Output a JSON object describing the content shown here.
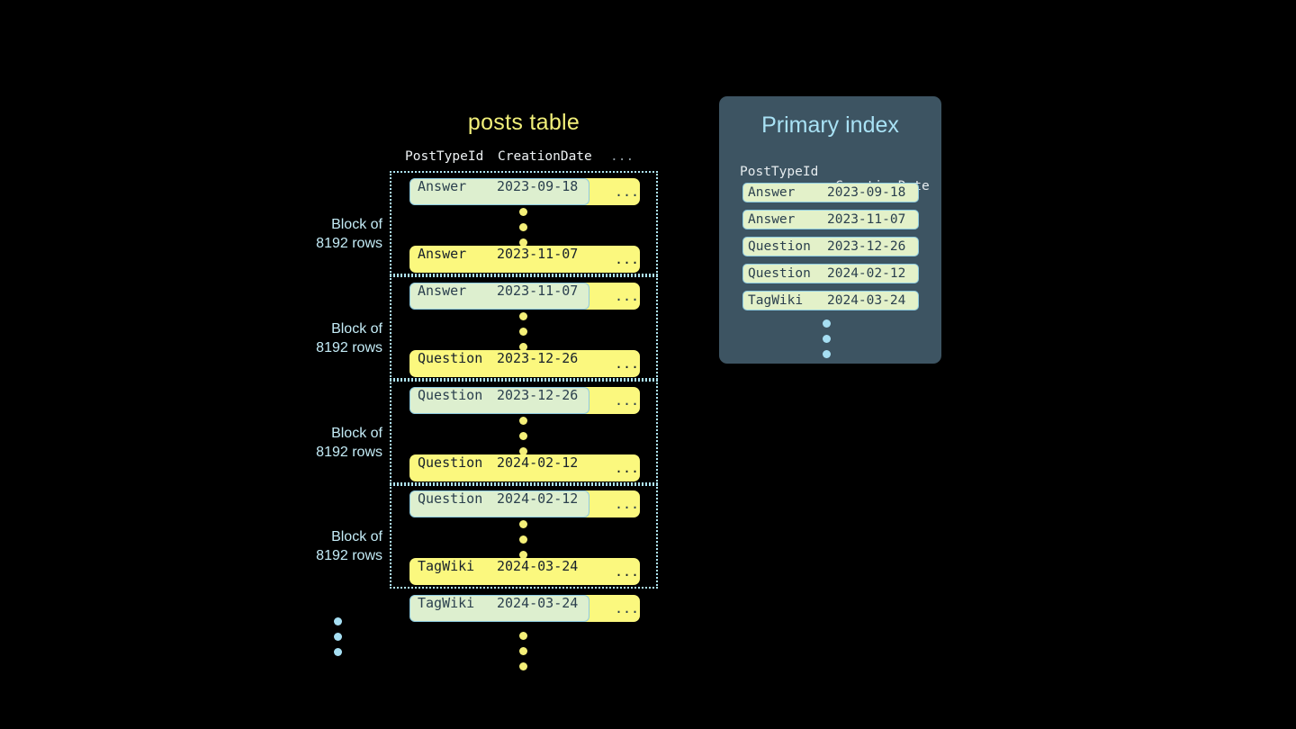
{
  "posts_table": {
    "title": "posts table",
    "columns": {
      "post_type_id": "PostTypeId",
      "creation_date": "CreationDate",
      "more": "..."
    },
    "row_more": "...",
    "blocks": [
      {
        "label_line1": "Block of",
        "label_line2": "8192 rows",
        "first_row": {
          "post_type_id": "Answer",
          "creation_date": "2023-09-18",
          "more": "..."
        },
        "last_row": {
          "post_type_id": "Answer",
          "creation_date": "2023-11-07",
          "more": "..."
        }
      },
      {
        "label_line1": "Block of",
        "label_line2": "8192 rows",
        "first_row": {
          "post_type_id": "Answer",
          "creation_date": "2023-11-07",
          "more": "..."
        },
        "last_row": {
          "post_type_id": "Question",
          "creation_date": "2023-12-26",
          "more": "..."
        }
      },
      {
        "label_line1": "Block of",
        "label_line2": "8192 rows",
        "first_row": {
          "post_type_id": "Question",
          "creation_date": "2023-12-26",
          "more": "..."
        },
        "last_row": {
          "post_type_id": "Question",
          "creation_date": "2024-02-12",
          "more": "..."
        }
      },
      {
        "label_line1": "Block of",
        "label_line2": "8192 rows",
        "first_row": {
          "post_type_id": "Question",
          "creation_date": "2024-02-12",
          "more": "..."
        },
        "last_row": {
          "post_type_id": "TagWiki",
          "creation_date": "2024-03-24",
          "more": "..."
        }
      }
    ],
    "trailing_row": {
      "post_type_id": "TagWiki",
      "creation_date": "2024-03-24",
      "more": "..."
    }
  },
  "primary_index": {
    "title": "Primary index",
    "columns": {
      "post_type_id": "PostTypeId",
      "creation_date": "CreationDate"
    },
    "entries": [
      {
        "post_type_id": "Answer",
        "creation_date": "2023-09-18"
      },
      {
        "post_type_id": "Answer",
        "creation_date": "2023-11-07"
      },
      {
        "post_type_id": "Question",
        "creation_date": "2023-12-26"
      },
      {
        "post_type_id": "Question",
        "creation_date": "2024-02-12"
      },
      {
        "post_type_id": "TagWiki",
        "creation_date": "2024-03-24"
      }
    ]
  },
  "colors": {
    "background": "#000000",
    "row_yellow": "#fbf87e",
    "highlight_green": "#ddefcf",
    "highlight_border": "#8ecbe0",
    "panel_slate": "#3d5462",
    "accent_cyan": "#a9e2f5",
    "title_yellow": "#f2f07a",
    "dot_yellow": "#f4ef78",
    "dot_blue": "#a6dff3"
  }
}
